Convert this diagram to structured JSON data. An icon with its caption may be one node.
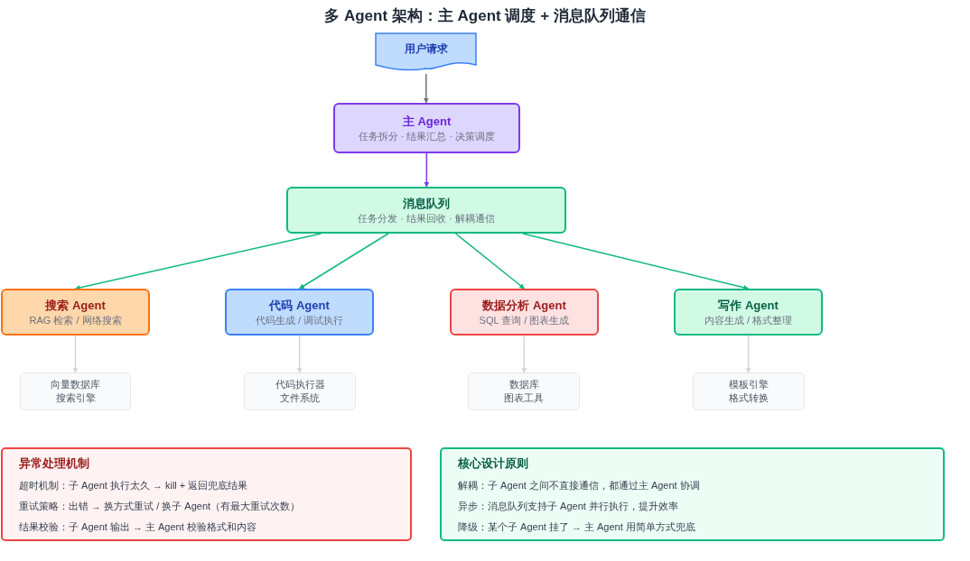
{
  "diagram": {
    "title": "多 Agent 架构：主 Agent 调度 + 消息队列通信",
    "nodes": [
      {
        "text": [
          "用户请求"
        ]
      },
      {
        "text": [
          "主 Agent",
          "任务拆分 · 结果汇总 · 决策调度"
        ]
      },
      {
        "text": [
          "消息队列",
          "任务分发 · 结果回收 · 解耦通信"
        ]
      },
      {
        "text": [
          "搜索 Agent",
          "RAG 检索 / 网络搜索"
        ]
      },
      {
        "text": [
          "代码 Agent",
          "代码生成 / 调试执行"
        ]
      },
      {
        "text": [
          "数据分析 Agent",
          "SQL 查询 / 图表生成"
        ]
      },
      {
        "text": [
          "写作 Agent",
          "内容生成 / 格式整理"
        ]
      },
      {
        "text": [
          "向量数据库",
          "搜索引擎"
        ]
      },
      {
        "text": [
          "代码执行器",
          "文件系统"
        ]
      },
      {
        "text": [
          "数据库",
          "图表工具"
        ]
      },
      {
        "text": [
          "模板引擎",
          "格式转换"
        ]
      },
      {
        "text": [
          "异常处理机制",
          "超时机制：子 Agent 执行太久 → kill + 返回兜底结果",
          "重试策略：出错 → 换方式重试 / 换子 Agent（有最大重试次数）",
          "结果校验：子 Agent 输出 → 主 Agent 校验格式和内容"
        ]
      },
      {
        "text": [
          "核心设计原则",
          "解耦：子 Agent 之间不直接通信，都通过主 Agent 协调",
          "异步：消息队列支持子 Agent 并行执行，提升效率",
          "降级：某个子 Agent 挂了 → 主 Agent 用简单方式兜底"
        ]
      }
    ],
    "edges": [
      {
        "from": 0,
        "to": 1,
        "arrow": "to",
        "color": "#6b7280"
      },
      {
        "from": 1,
        "to": 2,
        "arrow": "to",
        "color": "#7c3aed"
      },
      {
        "from": 2,
        "to": 3,
        "arrow": "to",
        "color": "#10b981"
      },
      {
        "from": 2,
        "to": 4,
        "arrow": "to",
        "color": "#10b981"
      },
      {
        "from": 2,
        "to": 5,
        "arrow": "to",
        "color": "#10b981"
      },
      {
        "from": 2,
        "to": 6,
        "arrow": "to",
        "color": "#10b981"
      },
      {
        "from": 3,
        "to": 7,
        "arrow": "to",
        "color": "#d1d5db"
      },
      {
        "from": 4,
        "to": 8,
        "arrow": "to",
        "color": "#d1d5db"
      },
      {
        "from": 5,
        "to": 9,
        "arrow": "to",
        "color": "#d1d5db"
      },
      {
        "from": 6,
        "to": 10,
        "arrow": "to",
        "color": "#d1d5db"
      }
    ]
  }
}
